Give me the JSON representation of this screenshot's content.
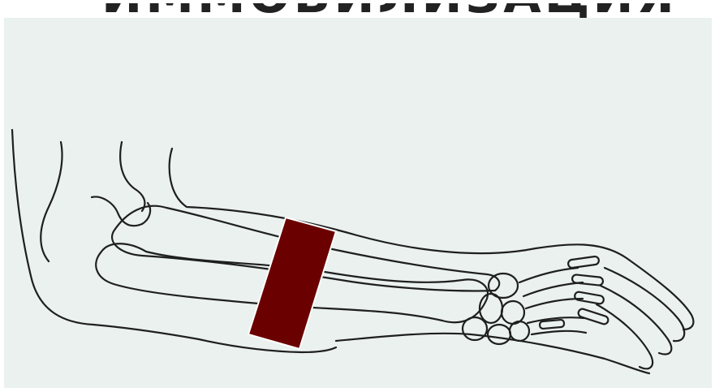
{
  "heading": {
    "text": "ИММОБИЛИЗАЦИЯ"
  },
  "colors": {
    "background": "#eaf1ef",
    "outline": "#1f1f1f",
    "splint": "#6b0000"
  },
  "figure": {
    "subject": "forearm-bones-outline",
    "marker": "splint-band"
  }
}
